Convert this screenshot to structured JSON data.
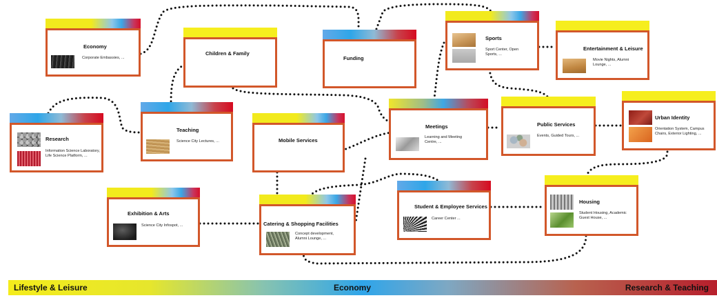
{
  "nodes": {
    "economy": {
      "title": "Economy",
      "desc": "Corporate Embassies, ..."
    },
    "children": {
      "title": "Children & Family",
      "desc": ""
    },
    "funding": {
      "title": "Funding",
      "desc": ""
    },
    "sports": {
      "title": "Sports",
      "desc": "Sport Center, Open Sports, ..."
    },
    "entertainment": {
      "title": "Entertainment & Leisure",
      "desc": "Movie Nights, Alumni Lounge, ..."
    },
    "research": {
      "title": "Research",
      "desc": "Information Science Laboratory, Life Science Platform, ..."
    },
    "teaching": {
      "title": "Teaching",
      "desc": "Science City Lectures, ..."
    },
    "mobile": {
      "title": "Mobile Services",
      "desc": ""
    },
    "meetings": {
      "title": "Meetings",
      "desc": "Learning and Meeting Centre, ..."
    },
    "public": {
      "title": "Public Services",
      "desc": "Events, Guided Tours, ..."
    },
    "urban": {
      "title": "Urban Identity",
      "desc": "Orientation System, Campus Chairs, Exterior Lighting, ..."
    },
    "exhibition": {
      "title": "Exhibition & Arts",
      "desc": "Science City Infospot, ..."
    },
    "catering": {
      "title": "Catering & Shopping Facilities",
      "desc": "Concept development, Alumni Lounge, ..."
    },
    "student": {
      "title": "Student & Employee Services",
      "desc": "Career Center ..."
    },
    "housing": {
      "title": "Housing",
      "desc": "Student Housing, Academic Guest House, ..."
    }
  },
  "axis": {
    "left": "Lifestyle & Leisure",
    "center": "Economy",
    "right": "Research & Teaching"
  },
  "colors": {
    "border": "#d2572a",
    "dots": "#111111"
  }
}
